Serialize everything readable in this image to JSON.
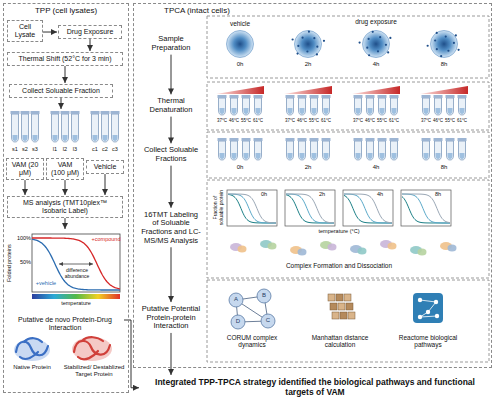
{
  "diagram": {
    "nodes": [
      {
        "text": [
          "TPP (cell lysates)"
        ]
      },
      {
        "text": [
          "Cell Lysate"
        ],
        "in": 0
      },
      {
        "text": [
          "Drug Exposure"
        ],
        "in": 0
      },
      {
        "text": [
          "Thermal Shift (52°C for 3 min)"
        ],
        "in": 0
      },
      {
        "text": [
          "Collect Soluable Fraction"
        ],
        "in": 0
      },
      {
        "text": [
          "VAM (20 μM)"
        ],
        "in": 0
      },
      {
        "text": [
          "VAM (100 μM)"
        ],
        "in": 0
      },
      {
        "text": [
          "Vehicle"
        ],
        "in": 0
      },
      {
        "text": [
          "MS analysis (TMT10plex™ Isobaric Label)"
        ],
        "in": 0
      },
      {
        "text": [
          "Putative de novo Protein-Drug Interaction"
        ],
        "in": 0
      },
      {
        "text": [
          "TPCA (intact cells)"
        ]
      },
      {
        "text": [
          "Sample Preparation"
        ],
        "in": 10
      },
      {
        "text": [
          "Thermal Denaturation"
        ],
        "in": 10
      },
      {
        "text": [
          "Collect Soluable Fractions"
        ],
        "in": 10
      },
      {
        "text": [
          "16TMT Labeling of Soluable Fractions and LC-MS/MS Analysis"
        ],
        "in": 10
      },
      {
        "text": [
          "Putative Potential Protein-protein Interaction"
        ],
        "in": 10
      },
      {
        "text": [
          "Integrated TPP-TPCA strategy identified the biological pathways and functional targets of VAM"
        ]
      }
    ],
    "edges": [
      {
        "from": 1,
        "to": 2,
        "arrow": "to"
      },
      {
        "from": 2,
        "to": 3,
        "arrow": "to"
      },
      {
        "from": 3,
        "to": 4,
        "arrow": "to"
      },
      {
        "from": 5,
        "to": 8,
        "arrow": "to"
      },
      {
        "from": 6,
        "to": 8,
        "arrow": "to"
      },
      {
        "from": 7,
        "to": 8,
        "arrow": "to"
      },
      {
        "from": 8,
        "to": 9,
        "arrow": "to"
      },
      {
        "from": 11,
        "to": 12,
        "arrow": "to"
      },
      {
        "from": 12,
        "to": 13,
        "arrow": "to"
      },
      {
        "from": 13,
        "to": 14,
        "arrow": "to"
      },
      {
        "from": 14,
        "to": 15,
        "arrow": "to"
      },
      {
        "from": 9,
        "to": 16,
        "arrow": "to"
      },
      {
        "from": 15,
        "to": 16,
        "arrow": "to"
      }
    ],
    "labels": [
      "s1",
      "s2",
      "s3",
      "l1",
      "l2",
      "l3",
      "c1",
      "c2",
      "c3",
      "100%",
      "50%",
      "Folded proteins",
      "+compound",
      "+vehicle",
      "difference abundance",
      "temperature",
      "Native Protein",
      "Stabilized/ Destablized Target Protein",
      "vehicle",
      "drug exposure",
      "0h",
      "2h",
      "4h",
      "8h",
      "37°C",
      "46°C",
      "55°C",
      "61°C",
      "37°C",
      "46°C",
      "55°C",
      "61°C",
      "37°C",
      "46°C",
      "55°C",
      "61°C",
      "37°C",
      "46°C",
      "55°C",
      "61°C",
      "0h",
      "2h",
      "4h",
      "8h",
      "0h",
      "2h",
      "4h",
      "8h",
      "Fraction of soluable protein",
      "temperature (°C)",
      "Complex Formation and Dissociation",
      "A",
      "B",
      "C",
      "D",
      "CORUM complex dynamics",
      "Manhattan distance calculation",
      "Reactome biological pathways"
    ]
  }
}
